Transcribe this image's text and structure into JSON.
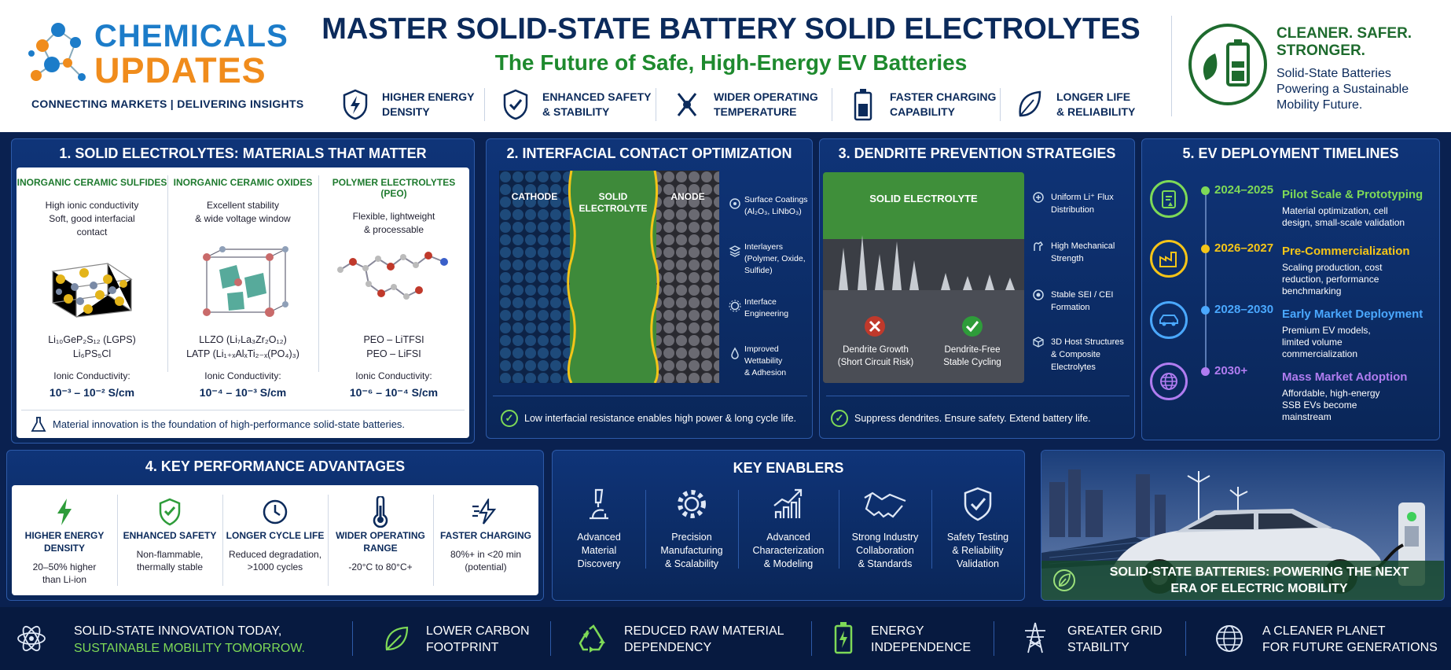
{
  "header": {
    "brand_line1": "CHEMICALS",
    "brand_line2": "UPDATES",
    "tagline": "CONNECTING MARKETS | DELIVERING INSIGHTS",
    "title": "MASTER SOLID-STATE BATTERY SOLID ELECTROLYTES",
    "subtitle": "The Future of Safe, High-Energy EV Batteries",
    "features": [
      {
        "icon": "shield-bolt-icon",
        "label": "HIGHER ENERGY\nDENSITY"
      },
      {
        "icon": "shield-check-icon",
        "label": "ENHANCED SAFETY\n& STABILITY"
      },
      {
        "icon": "temperature-cross-icon",
        "label": "WIDER OPERATING\nTEMPERATURE"
      },
      {
        "icon": "battery-icon",
        "label": "FASTER CHARGING\nCAPABILITY"
      },
      {
        "icon": "leaf-icon",
        "label": "LONGER LIFE\n& RELIABILITY"
      }
    ],
    "right_title": "CLEANER. SAFER.\nSTRONGER.",
    "right_text": "Solid-State Batteries\nPowering a Sustainable\nMobility Future."
  },
  "panel1": {
    "title": "1. SOLID ELECTROLYTES: MATERIALS THAT MATTER",
    "columns": [
      {
        "head": "INORGANIC CERAMIC SULFIDES",
        "desc": "High ionic conductivity\nSoft, good interfacial\ncontact",
        "formula": "Li₁₀GeP₂S₁₂ (LGPS)\nLi₆PS₅Cl",
        "cond_label": "Ionic Conductivity:",
        "cond_value": "10⁻³ – 10⁻² S/cm"
      },
      {
        "head": "INORGANIC CERAMIC OXIDES",
        "desc": "Excellent stability\n& wide voltage window",
        "formula": "LLZO (Li₇La₃Zr₂O₁₂)\nLATP (Li₁₊ₓAlₓTi₂₋ₓ(PO₄)₃)",
        "cond_label": "Ionic Conductivity:",
        "cond_value": "10⁻⁴ – 10⁻³ S/cm"
      },
      {
        "head": "POLYMER ELECTROLYTES (PEO)",
        "desc": "Flexible, lightweight\n& processable",
        "formula": "PEO – LiTFSI\nPEO – LiFSI",
        "cond_label": "Ionic Conductivity:",
        "cond_value": "10⁻⁶ – 10⁻⁴ S/cm"
      }
    ],
    "footer": "Material innovation is the foundation of high-performance solid-state batteries."
  },
  "panel2": {
    "title": "2. INTERFACIAL CONTACT OPTIMIZATION",
    "cathode": "CATHODE",
    "electrolyte": "SOLID\nELECTROLYTE",
    "anode": "ANODE",
    "items": [
      {
        "icon": "coating-icon",
        "label": "Surface Coatings\n(Al₂O₃, LiNbO₃)"
      },
      {
        "icon": "layers-icon",
        "label": "Interlayers\n(Polymer, Oxide,\nSulfide)"
      },
      {
        "icon": "gear-icon",
        "label": "Interface\nEngineering"
      },
      {
        "icon": "droplet-icon",
        "label": "Improved Wettability\n& Adhesion"
      }
    ],
    "footer": "Low interfacial resistance enables high power & long cycle life."
  },
  "panel3": {
    "title": "3. DENDRITE PREVENTION STRATEGIES",
    "electrolyte": "SOLID ELECTROLYTE",
    "bad": "Dendrite Growth\n(Short Circuit Risk)",
    "good": "Dendrite-Free\nStable Cycling",
    "items": [
      {
        "icon": "flux-icon",
        "label": "Uniform Li⁺ Flux\nDistribution"
      },
      {
        "icon": "strength-icon",
        "label": "High Mechanical\nStrength"
      },
      {
        "icon": "sei-icon",
        "label": "Stable SEI / CEI\nFormation"
      },
      {
        "icon": "host-structure-icon",
        "label": "3D Host Structures\n& Composite\nElectrolytes"
      }
    ],
    "footer": "Suppress dendrites. Ensure safety. Extend battery life."
  },
  "panel5": {
    "title": "5. EV DEPLOYMENT TIMELINES",
    "items": [
      {
        "icon": "clipboard-flask-icon",
        "color": "#7ed957",
        "year": "2024–2025",
        "head": "Pilot Scale & Prototyping",
        "desc": "Material optimization, cell\ndesign, small-scale validation"
      },
      {
        "icon": "factory-icon",
        "color": "#f5c518",
        "year": "2026–2027",
        "head": "Pre-Commercialization",
        "desc": "Scaling production, cost\nreduction, performance\nbenchmarking"
      },
      {
        "icon": "car-icon",
        "color": "#4aa8ff",
        "year": "2028–2030",
        "head": "Early Market Deployment",
        "desc": "Premium EV models,\nlimited volume\ncommercialization"
      },
      {
        "icon": "globe-icon",
        "color": "#b07cf0",
        "year": "2030+",
        "head": "Mass Market Adoption",
        "desc": "Affordable, high-energy\nSSB EVs become\nmainstream"
      }
    ]
  },
  "panel4": {
    "title": "4. KEY PERFORMANCE ADVANTAGES",
    "items": [
      {
        "icon": "lightning-icon",
        "head": "HIGHER ENERGY\nDENSITY",
        "desc": "20–50% higher\nthan Li-ion"
      },
      {
        "icon": "shield-check-icon",
        "head": "ENHANCED SAFETY",
        "desc": "Non-flammable,\nthermally stable"
      },
      {
        "icon": "clock-icon",
        "head": "LONGER CYCLE LIFE",
        "desc": "Reduced degradation,\n>1000 cycles"
      },
      {
        "icon": "thermometer-icon",
        "head": "WIDER OPERATING\nRANGE",
        "desc": "-20°C to 80°C+"
      },
      {
        "icon": "fast-charge-icon",
        "head": "FASTER CHARGING",
        "desc": "80%+ in <20 min\n(potential)"
      }
    ]
  },
  "enablers": {
    "title": "KEY ENABLERS",
    "items": [
      {
        "icon": "microscope-icon",
        "label": "Advanced\nMaterial\nDiscovery"
      },
      {
        "icon": "gear-icon",
        "label": "Precision\nManufacturing\n& Scalability"
      },
      {
        "icon": "chart-growth-icon",
        "label": "Advanced\nCharacterization\n& Modeling"
      },
      {
        "icon": "handshake-icon",
        "label": "Strong Industry\nCollaboration\n& Standards"
      },
      {
        "icon": "shield-check-icon",
        "label": "Safety Testing\n& Reliability\nValidation"
      }
    ]
  },
  "ev_panel": {
    "caption": "SOLID-STATE BATTERIES: POWERING THE NEXT\nERA OF ELECTRIC MOBILITY"
  },
  "footer": {
    "lead_white": "SOLID-STATE INNOVATION TODAY,",
    "lead_green": "SUSTAINABLE MOBILITY TOMORROW.",
    "items": [
      {
        "icon": "leaf-icon",
        "label": "LOWER CARBON\nFOOTPRINT"
      },
      {
        "icon": "recycle-icon",
        "label": "REDUCED RAW MATERIAL\nDEPENDENCY"
      },
      {
        "icon": "battery-icon",
        "label": "ENERGY\nINDEPENDENCE"
      },
      {
        "icon": "power-tower-icon",
        "label": "GREATER GRID\nSTABILITY"
      },
      {
        "icon": "globe-icon",
        "label": "A CLEANER PLANET\nFOR FUTURE GENERATIONS"
      }
    ]
  }
}
